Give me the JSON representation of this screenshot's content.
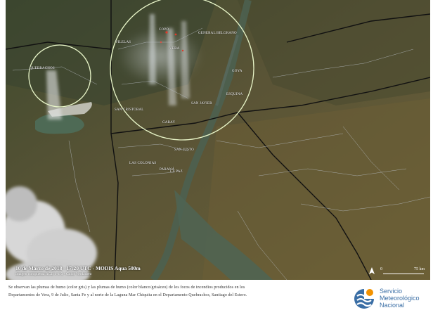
{
  "map": {
    "labels": [
      {
        "name": "label-vilelas",
        "text": "VILELAS"
      },
      {
        "name": "label-copo",
        "text": "COPO"
      },
      {
        "name": "label-quebrachos",
        "text": "QUEBRACHOS"
      },
      {
        "name": "label-general-belgrano",
        "text": "GENERAL BELGRANO"
      },
      {
        "name": "label-vera",
        "text": "VERA"
      },
      {
        "name": "label-goya",
        "text": "GOYA"
      },
      {
        "name": "label-esquina",
        "text": "ESQUINA"
      },
      {
        "name": "label-san-cristobal",
        "text": "SAN CRISTOBAL"
      },
      {
        "name": "label-san-javier",
        "text": "SAN JAVIER"
      },
      {
        "name": "label-garay",
        "text": "GARAY"
      },
      {
        "name": "label-san-justo",
        "text": "SAN JUSTO"
      },
      {
        "name": "label-la-paz",
        "text": "LA PAZ"
      },
      {
        "name": "label-las-colonias",
        "text": "LAS COLONIAS"
      },
      {
        "name": "label-parana",
        "text": "PARANÁ"
      }
    ],
    "overlay_date": "10 de Marzo de 2018 - 17:20 UTC - MODIS Aqua 500m",
    "overlay_source": "Imagen compuesta RGB 1-4-3 - Color Verdadero",
    "scale_zero": "0",
    "scale_km": "75 km",
    "colors": {
      "ring": "#e8f5c8",
      "water": "#5f6f5a",
      "land": "#4f4a2e",
      "border": "#101010"
    }
  },
  "caption": {
    "line1": "Se observan las plumas de humo (color gris) y las plumas de humo (color blanco/grisáceo) de los focos de incendios producidos en los",
    "line2": "Departamentos de Vera, 9 de Julio, Santa Fe y al norte de la Laguna Mar Chiquita en el Departamento Quebrachos, Santiago del Estero."
  },
  "logo": {
    "line1": "Servicio",
    "line2": "Meteorológico",
    "line3": "Nacional",
    "colors": {
      "orange": "#f39200",
      "blue": "#3a6ea5"
    }
  }
}
